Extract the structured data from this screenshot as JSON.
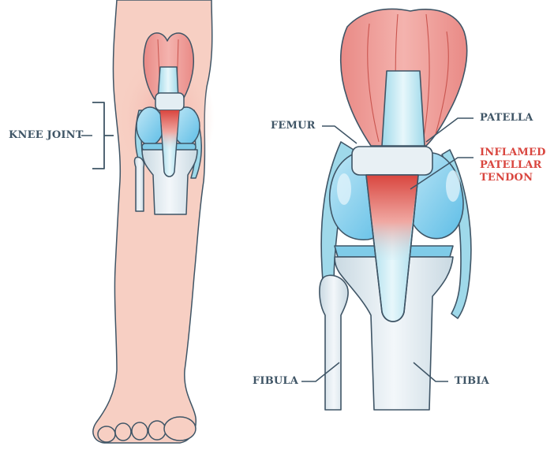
{
  "labels": {
    "knee_joint": "KNEE JOINT",
    "femur": "FEMUR",
    "patella": "PATELLA",
    "inflamed_line1": "INFLAMED",
    "inflamed_line2": "PATELLAR",
    "inflamed_line3": "TENDON",
    "fibula": "FIBULA",
    "tibia": "TIBIA"
  },
  "colors": {
    "outline": "#3f5566",
    "skin": "#f7cfc3",
    "muscle": "#e7706b",
    "bone": "#dde8ee",
    "cartilage": "#6fc6ea",
    "inflamed": "#d9463f",
    "label": "#3f5566",
    "label_highlight": "#d9463f"
  },
  "icons": [
    "leg-illustration",
    "knee-anatomy-closeup"
  ]
}
